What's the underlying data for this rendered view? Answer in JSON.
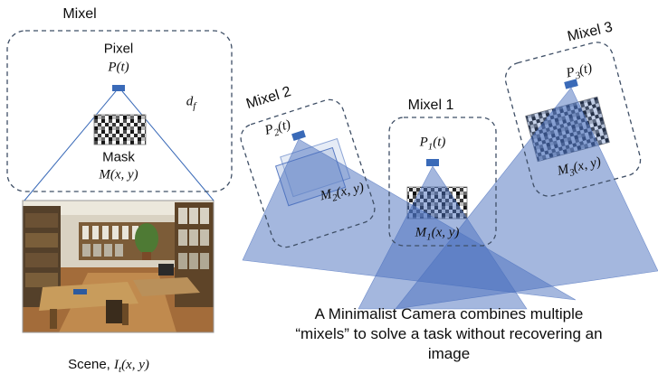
{
  "diagram": {
    "left_mixel": {
      "title": "Mixel",
      "pixel_label": "Pixel",
      "pixel_symbol": {
        "base": "P",
        "args": "(t)"
      },
      "focal_symbol": {
        "base": "d",
        "sub": "f"
      },
      "mask_label": "Mask",
      "mask_symbol": {
        "base": "M",
        "args": "(x, y)"
      },
      "scene_label": {
        "prefix": "Scene, ",
        "base": "I",
        "sub": "t",
        "args": "(x, y)"
      }
    },
    "mixels": [
      {
        "title": "Mixel 2",
        "pixel": {
          "base": "P",
          "sub": "2",
          "args": "(t)"
        },
        "mask": {
          "base": "M",
          "sub": "2",
          "args": "(x, y)"
        }
      },
      {
        "title": "Mixel 1",
        "pixel": {
          "base": "P",
          "sub": "1",
          "args": "(t)"
        },
        "mask": {
          "base": "M",
          "sub": "1",
          "args": "(x, y)"
        }
      },
      {
        "title": "Mixel 3",
        "pixel": {
          "base": "P",
          "sub": "3",
          "args": "(t)"
        },
        "mask": {
          "base": "M",
          "sub": "3",
          "args": "(x, y)"
        }
      }
    ],
    "caption_lines": [
      "A Minimalist Camera combines multiple",
      "“mixels” to solve a task without recovering an",
      "image"
    ],
    "colors": {
      "cone_fill": "#4a6fbe",
      "outline": "#3f4f66",
      "pixel_fill": "#3a6ab8",
      "line": "#3a6ab8"
    }
  }
}
